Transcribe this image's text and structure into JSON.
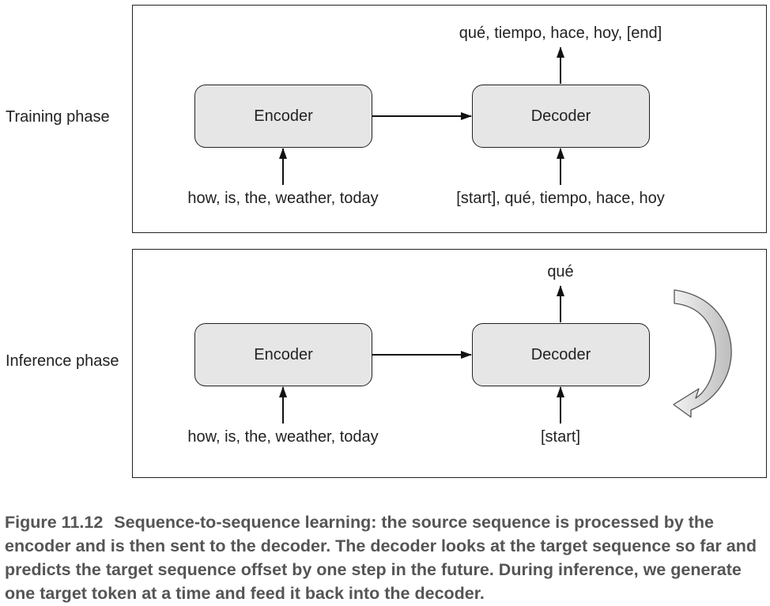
{
  "training": {
    "label": "Training phase",
    "encoder_label": "Encoder",
    "decoder_label": "Decoder",
    "encoder_input": "how, is, the, weather, today",
    "decoder_input": "[start], qué, tiempo, hace, hoy",
    "decoder_output": "qué, tiempo, hace, hoy, [end]"
  },
  "inference": {
    "label": "Inference phase",
    "encoder_label": "Encoder",
    "decoder_label": "Decoder",
    "encoder_input": "how, is, the, weather, today",
    "decoder_input": "[start]",
    "decoder_output": "qué"
  },
  "caption": {
    "figure_number": "Figure 11.12",
    "text": "Sequence-to-sequence learning: the source sequence is processed by the encoder and is then sent to the decoder. The decoder looks at the target sequence so far and predicts the target sequence offset by one step in the future. During inference, we generate one target token at a time and feed it back into the decoder."
  }
}
